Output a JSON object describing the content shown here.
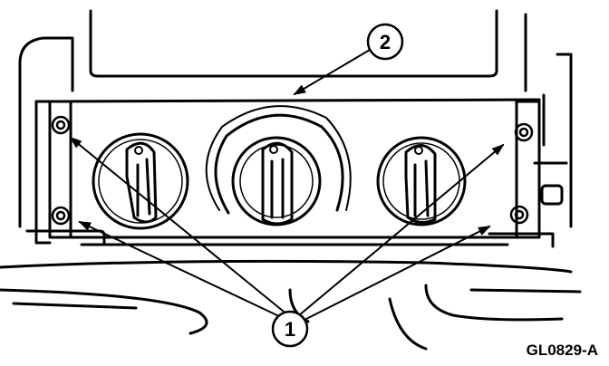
{
  "diagram": {
    "callouts": [
      {
        "id": "callout-1",
        "label": "1"
      },
      {
        "id": "callout-2",
        "label": "2"
      }
    ],
    "figure_code": "GL0829-A"
  }
}
